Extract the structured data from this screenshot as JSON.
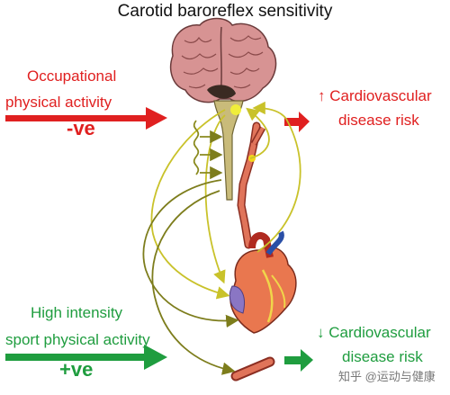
{
  "title": "Carotid baroreflex sensitivity",
  "left_top": {
    "line1": "Occupational",
    "line2": "physical activity",
    "effect": "-ve"
  },
  "right_top": {
    "line1": "↑ Cardiovascular",
    "line2": "disease risk"
  },
  "left_bottom": {
    "line1": "High intensity",
    "line2": "sport physical activity",
    "effect": "+ve"
  },
  "right_bottom": {
    "line1": "↓ Cardiovascular",
    "line2": "disease risk"
  },
  "watermark": "知乎 @运动与健康",
  "colors": {
    "negative": "#e02020",
    "positive": "#1f9d3f",
    "pathway": "#c9c22a",
    "pathway_dark": "#8a8a1e"
  },
  "icons": [
    "brain-icon",
    "spinal-cord-icon",
    "carotid-artery-icon",
    "heart-icon",
    "blood-vessel-icon"
  ]
}
